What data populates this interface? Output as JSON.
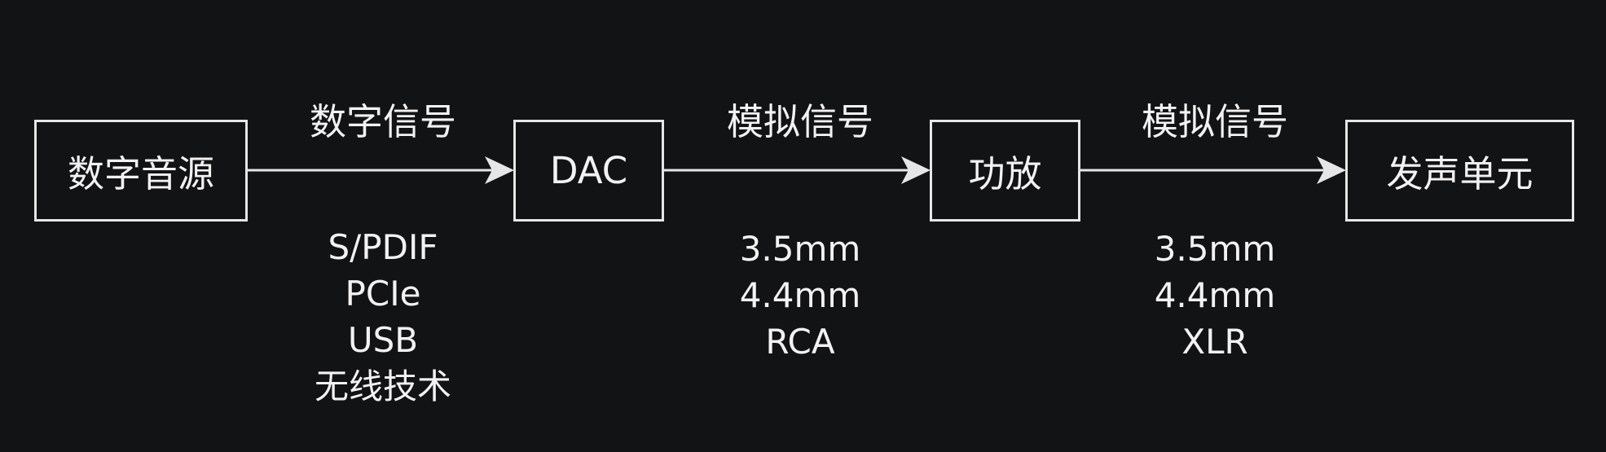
{
  "diagram": {
    "nodes": [
      {
        "id": "source",
        "label": "数字音源"
      },
      {
        "id": "dac",
        "label": "DAC"
      },
      {
        "id": "amp",
        "label": "功放"
      },
      {
        "id": "driver",
        "label": "发声单元"
      }
    ],
    "edges": [
      {
        "from": "source",
        "to": "dac",
        "label": "数字信号",
        "interfaces": [
          "S/PDIF",
          "PCIe",
          "USB",
          "无线技术"
        ]
      },
      {
        "from": "dac",
        "to": "amp",
        "label": "模拟信号",
        "interfaces": [
          "3.5mm",
          "4.4mm",
          "RCA"
        ]
      },
      {
        "from": "amp",
        "to": "driver",
        "label": "模拟信号",
        "interfaces": [
          "3.5mm",
          "4.4mm",
          "XLR"
        ]
      }
    ],
    "colors": {
      "background": "#121314",
      "stroke": "#e6e6e6",
      "text": "#f2f2f2"
    }
  }
}
